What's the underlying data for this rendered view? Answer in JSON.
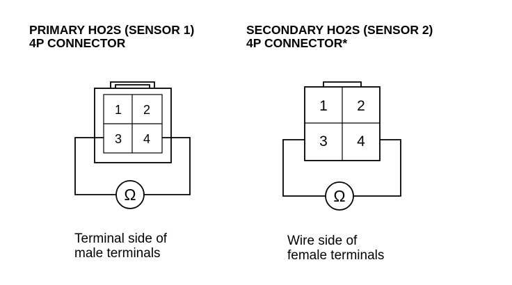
{
  "diagrams": [
    {
      "title_line1": "PRIMARY HO2S (SENSOR 1)",
      "title_line2": "4P CONNECTOR",
      "terminals": [
        "1",
        "2",
        "3",
        "4"
      ],
      "meter_symbol": "Ω",
      "caption_line1": "Terminal side of",
      "caption_line2": "male terminals"
    },
    {
      "title_line1": "SECONDARY HO2S (SENSOR 2)",
      "title_line2": "4P CONNECTOR*",
      "terminals": [
        "1",
        "2",
        "3",
        "4"
      ],
      "meter_symbol": "Ω",
      "caption_line1": "Wire side of",
      "caption_line2": "female terminals"
    }
  ]
}
